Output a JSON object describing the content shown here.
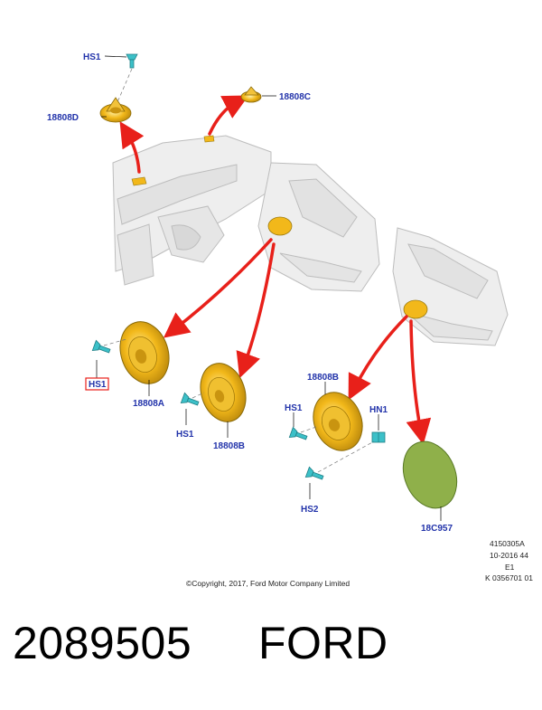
{
  "callouts": {
    "hs1_top": "HS1",
    "d18808D": "18808D",
    "d18808C": "18808C",
    "hs1_boxed": "HS1",
    "d18808A": "18808A",
    "hs1_mid": "HS1",
    "d18808B_left": "18808B",
    "d18808B_right": "18808B",
    "hs1_right": "HS1",
    "hn1": "HN1",
    "hs2": "HS2",
    "d18C957": "18C957"
  },
  "meta": {
    "line1": "4150305A",
    "line2": "10-2016 44",
    "line3": "E1",
    "line4": "K 0356701 01"
  },
  "copyright": "©Copyright, 2017, Ford Motor Company Limited",
  "footer": {
    "part_number": "2089505",
    "brand": "FORD"
  },
  "colors": {
    "callout": "#2233aa",
    "arrow": "#e8201a",
    "speaker": "#f2b81a",
    "fastener": "#3cc0c8",
    "foam_pad": "#8fb04a"
  }
}
